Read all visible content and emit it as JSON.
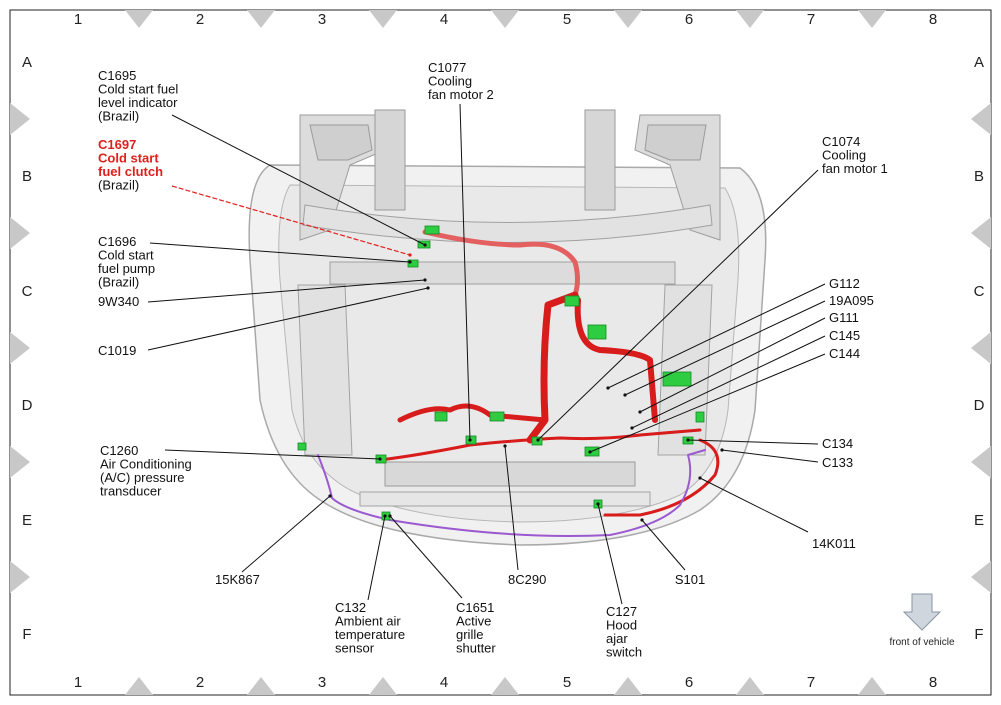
{
  "grid": {
    "columns": [
      "1",
      "2",
      "3",
      "4",
      "5",
      "6",
      "7",
      "8"
    ],
    "rows": [
      "A",
      "B",
      "C",
      "D",
      "E",
      "F"
    ]
  },
  "callouts": [
    {
      "id": "c1695",
      "lines": [
        "C1695",
        "Cold start fuel",
        "level indicator",
        "(Brazil)"
      ],
      "highlight": false
    },
    {
      "id": "c1697",
      "lines": [
        "C1697",
        "Cold start",
        "fuel clutch",
        "(Brazil)"
      ],
      "highlight": true
    },
    {
      "id": "c1696",
      "lines": [
        "C1696",
        "Cold start",
        "fuel pump",
        "(Brazil)"
      ],
      "highlight": false
    },
    {
      "id": "9w340",
      "lines": [
        "9W340"
      ],
      "highlight": false
    },
    {
      "id": "c1019",
      "lines": [
        "C1019"
      ],
      "highlight": false
    },
    {
      "id": "c1077",
      "lines": [
        "C1077",
        "Cooling",
        "fan motor 2"
      ],
      "highlight": false
    },
    {
      "id": "c1074",
      "lines": [
        "C1074",
        "Cooling",
        "fan motor 1"
      ],
      "highlight": false
    },
    {
      "id": "g112",
      "lines": [
        "G112"
      ],
      "highlight": false
    },
    {
      "id": "19a095",
      "lines": [
        "19A095"
      ],
      "highlight": false
    },
    {
      "id": "g111",
      "lines": [
        "G111"
      ],
      "highlight": false
    },
    {
      "id": "c145",
      "lines": [
        "C145"
      ],
      "highlight": false
    },
    {
      "id": "c144",
      "lines": [
        "C144"
      ],
      "highlight": false
    },
    {
      "id": "c134",
      "lines": [
        "C134"
      ],
      "highlight": false
    },
    {
      "id": "c133",
      "lines": [
        "C133"
      ],
      "highlight": false
    },
    {
      "id": "c1260",
      "lines": [
        "C1260",
        "Air Conditioning",
        "(A/C) pressure",
        "transducer"
      ],
      "highlight": false
    },
    {
      "id": "14k011",
      "lines": [
        "14K011"
      ],
      "highlight": false
    },
    {
      "id": "15k867",
      "lines": [
        "15K867"
      ],
      "highlight": false
    },
    {
      "id": "8c290",
      "lines": [
        "8C290"
      ],
      "highlight": false
    },
    {
      "id": "s101",
      "lines": [
        "S101"
      ],
      "highlight": false
    },
    {
      "id": "c132",
      "lines": [
        "C132",
        "Ambient air",
        "temperature",
        "sensor"
      ],
      "highlight": false
    },
    {
      "id": "c1651",
      "lines": [
        "C1651",
        "Active",
        "grille",
        "shutter"
      ],
      "highlight": false
    },
    {
      "id": "c127",
      "lines": [
        "C127",
        "Hood",
        "ajar",
        "switch"
      ],
      "highlight": false
    }
  ],
  "orientation": {
    "label": "front of vehicle",
    "icon": "down-arrow-icon"
  },
  "colors": {
    "highlight": "#e0201b",
    "harness": "#d81b1b",
    "connector": "#2ecc40",
    "purple_harness": "#9b59d0"
  }
}
